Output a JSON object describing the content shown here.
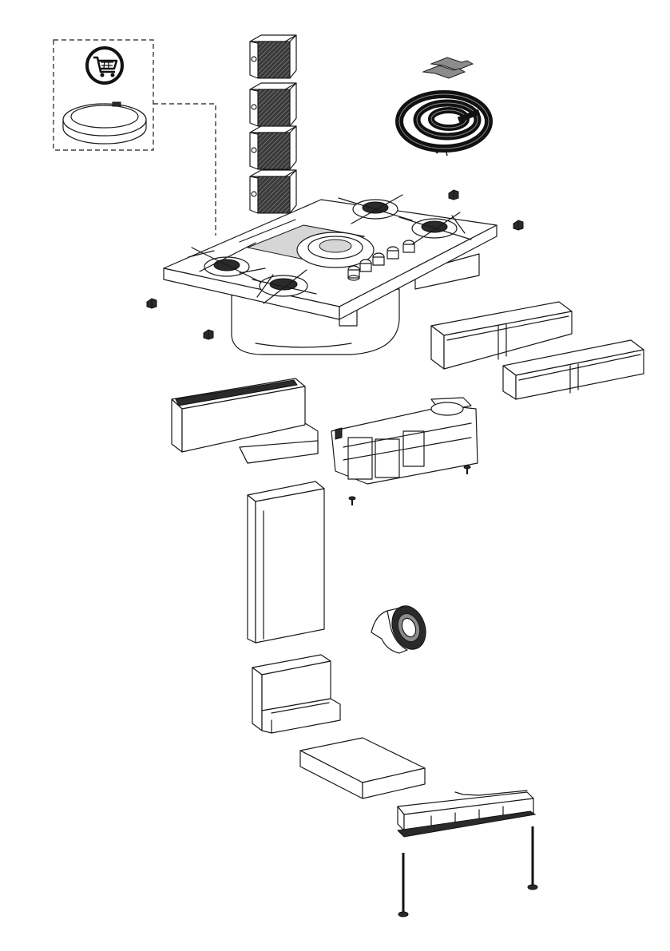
{
  "diagram": {
    "parts": [
      {
        "id": "spare-parts-callout",
        "icon": "shopping-cart-icon"
      },
      {
        "id": "carbon-filter",
        "quantity": 4
      },
      {
        "id": "mounting-clips"
      },
      {
        "id": "sealing-gasket-roll"
      },
      {
        "id": "fixing-bracket",
        "quantity": 4
      },
      {
        "id": "gas-hob-with-downdraft"
      },
      {
        "id": "extension-duct",
        "quantity": 2
      },
      {
        "id": "air-outlet-box"
      },
      {
        "id": "motor-unit"
      },
      {
        "id": "screw",
        "quantity": 2
      },
      {
        "id": "vertical-duct"
      },
      {
        "id": "adhesive-tape"
      },
      {
        "id": "duct-elbow"
      },
      {
        "id": "flat-duct-section"
      },
      {
        "id": "plinth-outlet-grille"
      },
      {
        "id": "support-rod",
        "quantity": 2
      }
    ],
    "colors": {
      "line": "#1a1a1a",
      "fill_dark": "#2a2a2a",
      "fill_grey": "#8c8c8c",
      "background": "#ffffff"
    }
  }
}
